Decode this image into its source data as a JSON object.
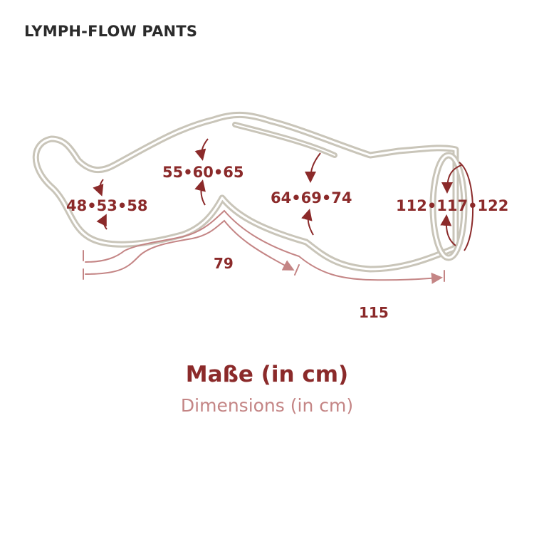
{
  "title": "LYMPH-FLOW PANTS",
  "measurements": {
    "ankle": "48•53•58",
    "knee": "55•60•65",
    "thigh": "64•69•74",
    "hip": "112•117•122"
  },
  "lengths": {
    "inner_leg": "79",
    "outer_leg": "115"
  },
  "caption": {
    "german": "Maße (in cm)",
    "english": "Dimensions (in cm)"
  },
  "colors": {
    "accent": "#8b2a2a",
    "accent_light": "#c48585",
    "outline": "#c9c5b9",
    "title": "#2b2b2b"
  }
}
